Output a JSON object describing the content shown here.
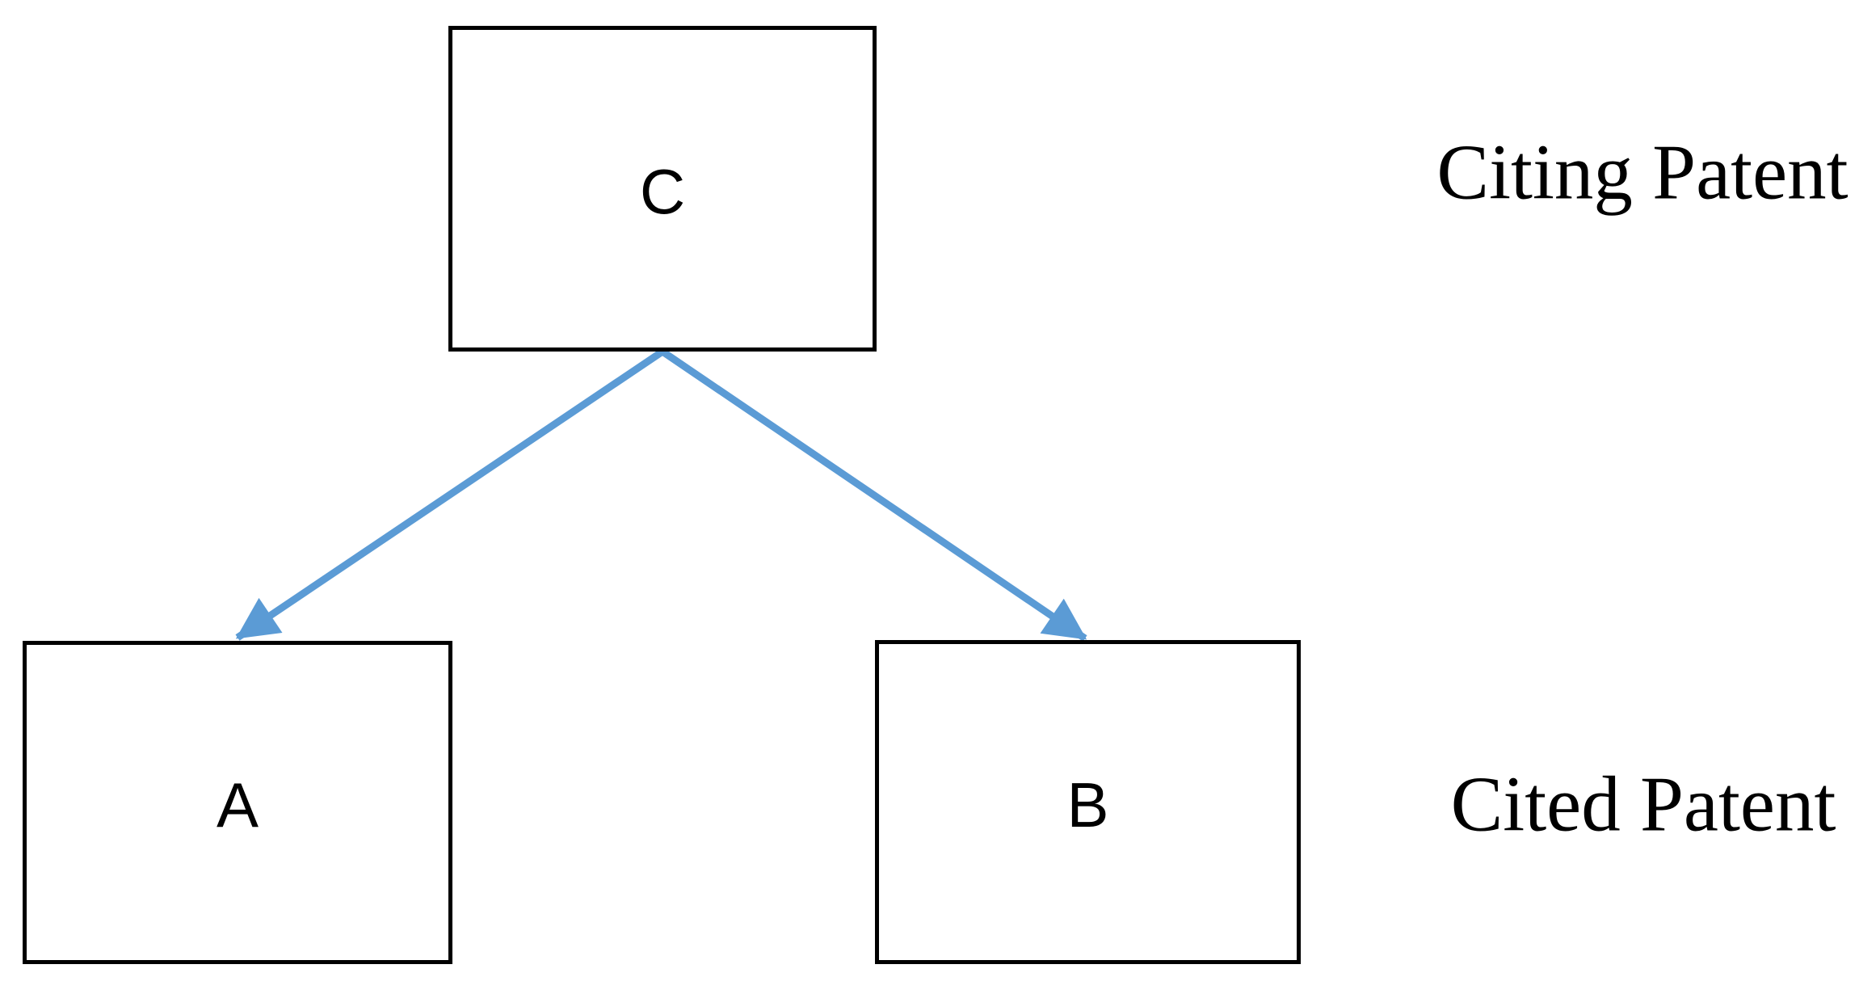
{
  "diagram": {
    "background_color": "#ffffff",
    "line_color": "#000000",
    "arrow_color": "#5b9bd5",
    "nodes": [
      {
        "id": "C",
        "label": "C",
        "row": "citing"
      },
      {
        "id": "A",
        "label": "A",
        "row": "cited"
      },
      {
        "id": "B",
        "label": "B",
        "row": "cited"
      }
    ],
    "edges": [
      {
        "from": "C",
        "to": "A"
      },
      {
        "from": "C",
        "to": "B"
      }
    ],
    "row_labels": {
      "citing": "Citing Patent",
      "cited": "Cited Patent"
    }
  }
}
